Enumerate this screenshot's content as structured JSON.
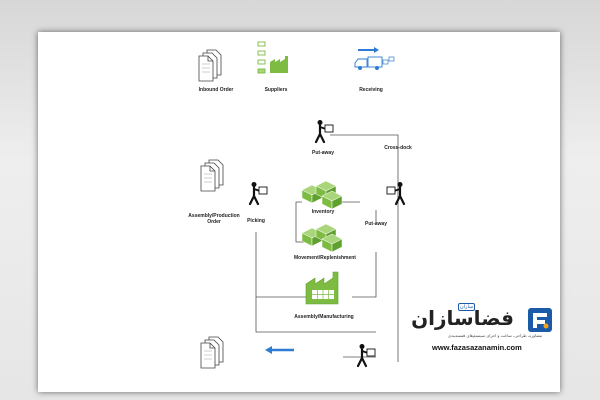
{
  "diagram": {
    "nodes": [
      {
        "id": "inbound_order",
        "label": "Inbound Order",
        "icon": "documents-icon"
      },
      {
        "id": "suppliers",
        "label": "Suppliers",
        "icon": "factory-icon"
      },
      {
        "id": "receiving",
        "label": "Receiving",
        "icon": "truck-icon"
      },
      {
        "id": "put_away_top",
        "label": "Put-away",
        "icon": "worker-carrying-box-icon"
      },
      {
        "id": "cross_dock",
        "label": "Cross-dock",
        "icon": ""
      },
      {
        "id": "assembly_order",
        "label": "Assembly/Production Order",
        "icon": "documents-icon"
      },
      {
        "id": "picking",
        "label": "Picking",
        "icon": "worker-carrying-box-icon"
      },
      {
        "id": "inventory",
        "label": "Inventory",
        "icon": "boxes-icon"
      },
      {
        "id": "put_away_mid",
        "label": "Put-away",
        "icon": "worker-carrying-box-icon"
      },
      {
        "id": "movement",
        "label": "Movement/Replenishment",
        "icon": "boxes-icon"
      },
      {
        "id": "assembly",
        "label": "Assembly/Manufacturing",
        "icon": "factory-icon"
      }
    ],
    "colors": {
      "green": "#7dbb43",
      "green_light": "#a9d67a",
      "blue": "#2e7bd1",
      "line": "#555555"
    }
  },
  "brand": {
    "name": "فضاسازان",
    "tag": "سازان",
    "tagline": "مشاوره، طراحی، ساخت و اجرای سیستم‌های قفسه‌بندی",
    "url": "www.fazasazanamin.com",
    "logo": "fs-logo"
  }
}
